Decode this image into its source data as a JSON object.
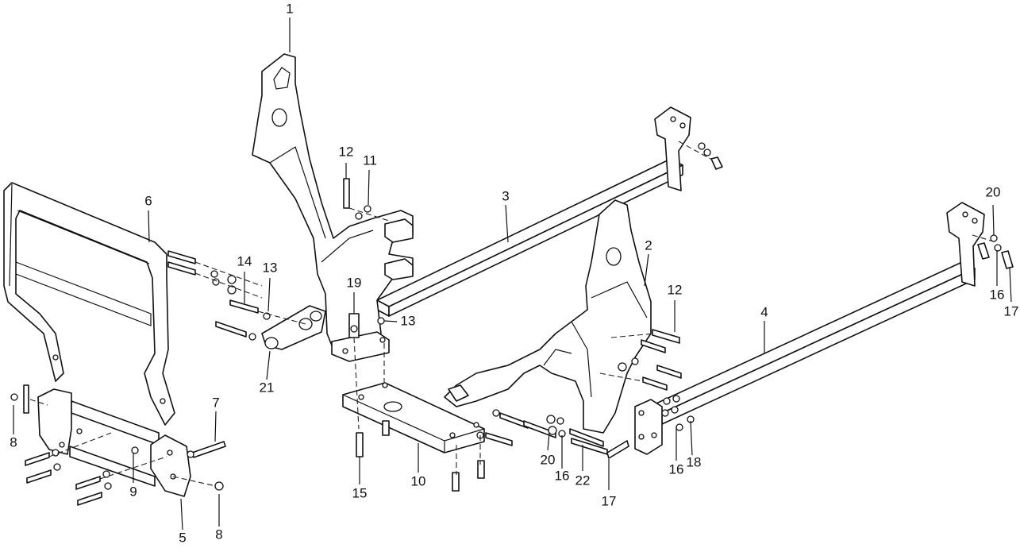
{
  "callouts": [
    {
      "id": "c1",
      "text": "1"
    },
    {
      "id": "c2",
      "text": "2"
    },
    {
      "id": "c3",
      "text": "3"
    },
    {
      "id": "c4",
      "text": "4"
    },
    {
      "id": "c5",
      "text": "5"
    },
    {
      "id": "c6",
      "text": "6"
    },
    {
      "id": "c7",
      "text": "7"
    },
    {
      "id": "c8a",
      "text": "8"
    },
    {
      "id": "c8b",
      "text": "8"
    },
    {
      "id": "c9",
      "text": "9"
    },
    {
      "id": "c10",
      "text": "10"
    },
    {
      "id": "c11",
      "text": "11"
    },
    {
      "id": "c12a",
      "text": "12"
    },
    {
      "id": "c12b",
      "text": "12"
    },
    {
      "id": "c13a",
      "text": "13"
    },
    {
      "id": "c13b",
      "text": "13"
    },
    {
      "id": "c14",
      "text": "14"
    },
    {
      "id": "c15",
      "text": "15"
    },
    {
      "id": "c16a",
      "text": "16"
    },
    {
      "id": "c16b",
      "text": "16"
    },
    {
      "id": "c16c",
      "text": "16"
    },
    {
      "id": "c17a",
      "text": "17"
    },
    {
      "id": "c17b",
      "text": "17"
    },
    {
      "id": "c18",
      "text": "18"
    },
    {
      "id": "c19",
      "text": "19"
    },
    {
      "id": "c20a",
      "text": "20"
    },
    {
      "id": "c20b",
      "text": "20"
    },
    {
      "id": "c21",
      "text": "21"
    },
    {
      "id": "c22",
      "text": "22"
    }
  ]
}
